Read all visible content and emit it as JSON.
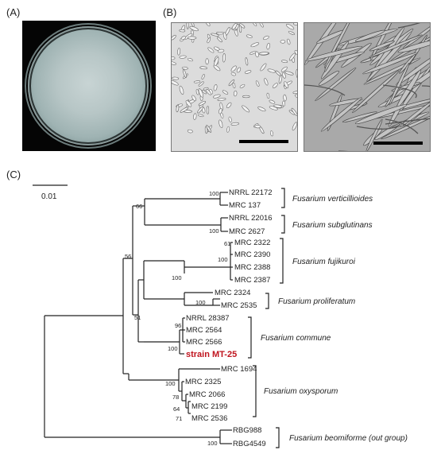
{
  "panel_labels": {
    "a": "(A)",
    "b": "(B)",
    "c": "(C)"
  },
  "scale": "0.01",
  "taxa": [
    {
      "id": "t1",
      "label": "NRRL 22172",
      "highlight": false
    },
    {
      "id": "t2",
      "label": "MRC 137",
      "highlight": false
    },
    {
      "id": "t3",
      "label": "NRRL 22016",
      "highlight": false
    },
    {
      "id": "t4",
      "label": "MRC 2627",
      "highlight": false
    },
    {
      "id": "t5",
      "label": "MRC 2322",
      "highlight": false
    },
    {
      "id": "t6",
      "label": "MRC 2390",
      "highlight": false
    },
    {
      "id": "t7",
      "label": "MRC 2388",
      "highlight": false
    },
    {
      "id": "t8",
      "label": "MRC 2387",
      "highlight": false
    },
    {
      "id": "t9",
      "label": "MRC 2324",
      "highlight": false
    },
    {
      "id": "t10",
      "label": "MRC 2535",
      "highlight": false
    },
    {
      "id": "t11",
      "label": "NRRL 28387",
      "highlight": false
    },
    {
      "id": "t12",
      "label": "MRC 2564",
      "highlight": false
    },
    {
      "id": "t13",
      "label": "MRC 2566",
      "highlight": false
    },
    {
      "id": "t14",
      "label": "strain MT-25",
      "highlight": true
    },
    {
      "id": "t15",
      "label": "MRC 1694",
      "highlight": false
    },
    {
      "id": "t16",
      "label": "MRC 2325",
      "highlight": false
    },
    {
      "id": "t17",
      "label": "MRC 2066",
      "highlight": false
    },
    {
      "id": "t18",
      "label": "MRC 2199",
      "highlight": false
    },
    {
      "id": "t19",
      "label": "MRC 2536",
      "highlight": false
    },
    {
      "id": "t20",
      "label": "RBG988",
      "highlight": false
    },
    {
      "id": "t21",
      "label": "RBG4549",
      "highlight": false
    }
  ],
  "bootstrap": [
    "100",
    "66",
    "100",
    "61",
    "100",
    "100",
    "56",
    "100",
    "96",
    "100",
    "51",
    "100",
    "78",
    "64",
    "71",
    "100"
  ],
  "clades": [
    "Fusarium verticillioides",
    "Fusarium subglutinans",
    "Fusarium fujikuroi",
    "Fusarium proliferatum",
    "Fusarium commune",
    "Fusarium oxysporum",
    "Fusarium beomiforme (out group)"
  ],
  "colors": {
    "highlight": "#c0141e",
    "line": "#222222"
  }
}
